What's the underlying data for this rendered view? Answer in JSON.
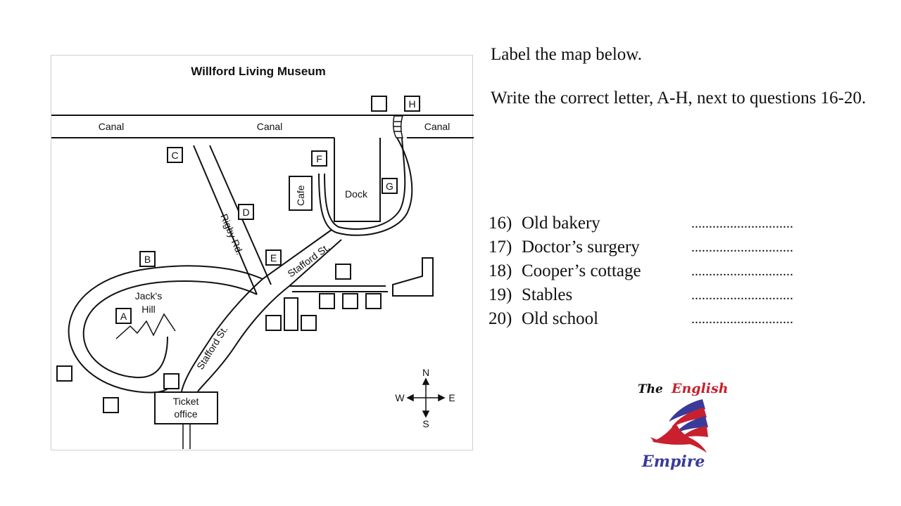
{
  "map": {
    "title": "Willford Living Museum",
    "canal_labels": [
      "Canal",
      "Canal",
      "Canal"
    ],
    "street_labels": {
      "rigby": "Rigby Rd.",
      "stafford_upper": "Stafford St.",
      "stafford_lower": "Stafford St."
    },
    "place_labels": {
      "cafe": "Cafe",
      "dock": "Dock",
      "hill_line1": "Jack's",
      "hill_line2": "Hill",
      "ticket_line1": "Ticket",
      "ticket_line2": "office"
    },
    "markers": [
      "A",
      "B",
      "C",
      "D",
      "E",
      "F",
      "G",
      "H"
    ],
    "compass": {
      "n": "N",
      "s": "S",
      "e": "E",
      "w": "W"
    }
  },
  "instructions": {
    "line1": "Label the map below.",
    "line2": "Write the correct letter, A-H, next to questions 16-20."
  },
  "questions": [
    {
      "number": "16)",
      "text": "Old bakery",
      "blank": "............................."
    },
    {
      "number": "17)",
      "text": "Doctor’s surgery",
      "blank": "............................."
    },
    {
      "number": "18)",
      "text": "Cooper’s cottage",
      "blank": "............................."
    },
    {
      "number": "19)",
      "text": "Stables",
      "blank": "............................."
    },
    {
      "number": "20)",
      "text": "Old school",
      "blank": "............................."
    }
  ],
  "logo": {
    "the": "The",
    "english": "English",
    "empire": "Empire"
  },
  "colors": {
    "line": "#111111",
    "logo_red": "#c8202e",
    "logo_blue": "#3a3a9a"
  }
}
